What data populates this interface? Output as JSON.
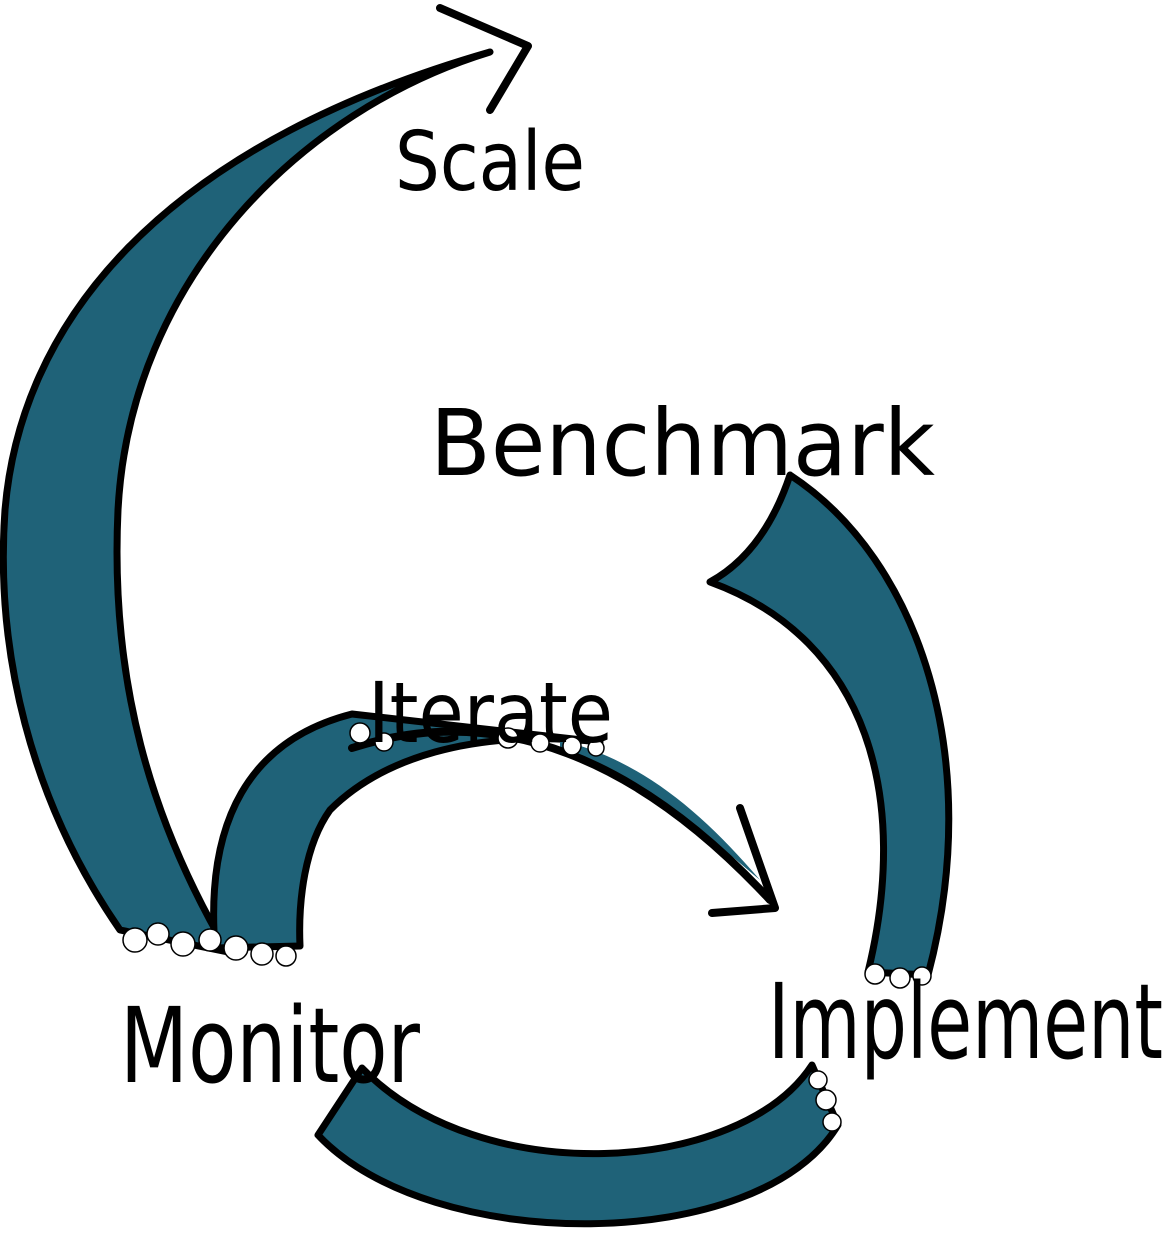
{
  "diagram": {
    "colors": {
      "band": "#1f6278",
      "outline": "#000000",
      "background": "#ffffff"
    },
    "labels": {
      "scale": "Scale",
      "benchmark": "Benchmark",
      "iterate": "Iterate",
      "monitor": "Monitor",
      "implement": "Implement"
    }
  }
}
